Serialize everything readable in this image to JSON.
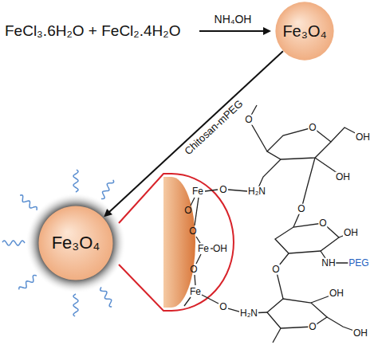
{
  "diagram": {
    "nodes": [
      {
        "text": [
          "Fe₃O₄"
        ]
      },
      {
        "text": [
          "Fe₃O₄"
        ]
      }
    ],
    "edges": [
      {
        "from": 0,
        "to": 1,
        "arrow": "to",
        "label": "Chitosan-mPEG"
      }
    ],
    "labels": [
      "FeCl₃.6H₂O + FeCl₂.4H₂O",
      "NH₄OH",
      "O",
      "Fe",
      "O",
      "O",
      "Fe",
      "OH",
      "O",
      "Fe",
      "O",
      "O",
      "O",
      "OH",
      "OH",
      "H₂N",
      "O",
      "O",
      "OH",
      "NH",
      "PEG",
      "O",
      "OH",
      "H₂N",
      "O",
      "OH"
    ]
  }
}
